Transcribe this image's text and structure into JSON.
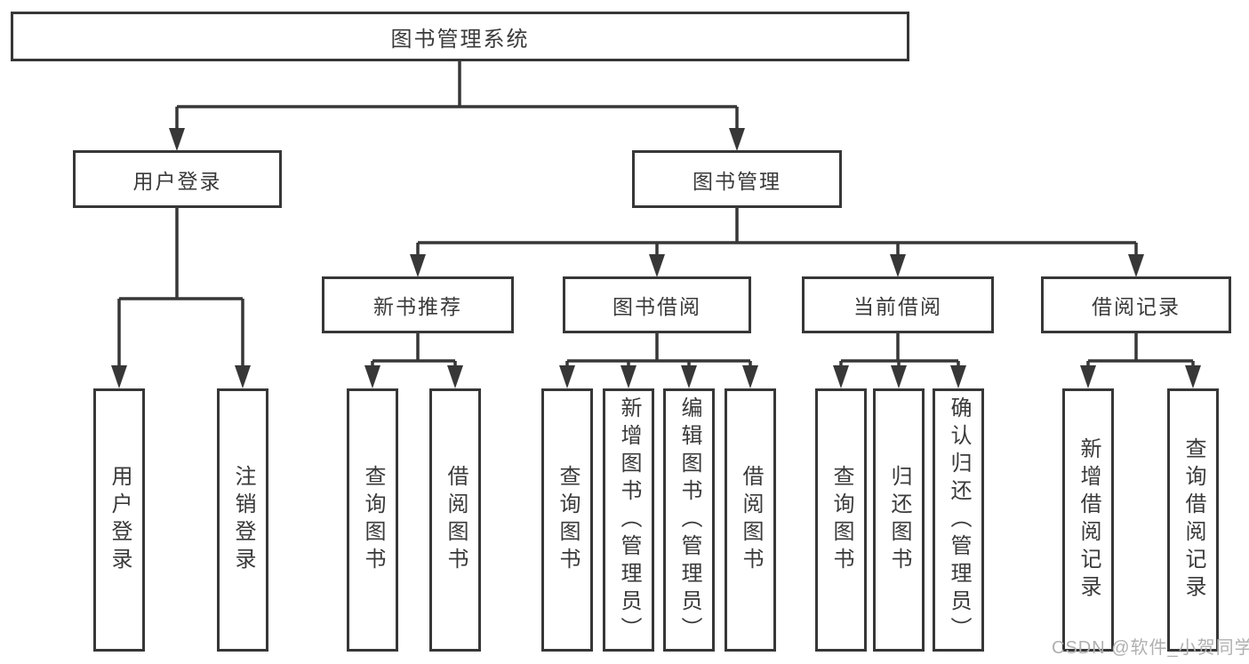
{
  "tree": {
    "label": "图书管理系统",
    "children": [
      {
        "label": "用户登录",
        "children": [
          {
            "label": "用户登录"
          },
          {
            "label": "注销登录"
          }
        ]
      },
      {
        "label": "图书管理",
        "children": [
          {
            "label": "新书推荐",
            "children": [
              {
                "label": "查询图书"
              },
              {
                "label": "借阅图书"
              }
            ]
          },
          {
            "label": "图书借阅",
            "children": [
              {
                "label": "查询图书"
              },
              {
                "label": "新增图书（管理员）"
              },
              {
                "label": "编辑图书（管理员）"
              },
              {
                "label": "借阅图书"
              }
            ]
          },
          {
            "label": "当前借阅",
            "children": [
              {
                "label": "查询图书"
              },
              {
                "label": "归还图书"
              },
              {
                "label": "确认归还（管理员）"
              }
            ]
          },
          {
            "label": "借阅记录",
            "children": [
              {
                "label": "新增借阅记录"
              },
              {
                "label": "查询借阅记录"
              }
            ]
          }
        ]
      }
    ]
  },
  "watermark": {
    "text": "CSDN @软件_小贺同学"
  },
  "colors": {
    "line": "#373737",
    "text": "#3a3a3a",
    "watermark": "#b0b0b0"
  }
}
